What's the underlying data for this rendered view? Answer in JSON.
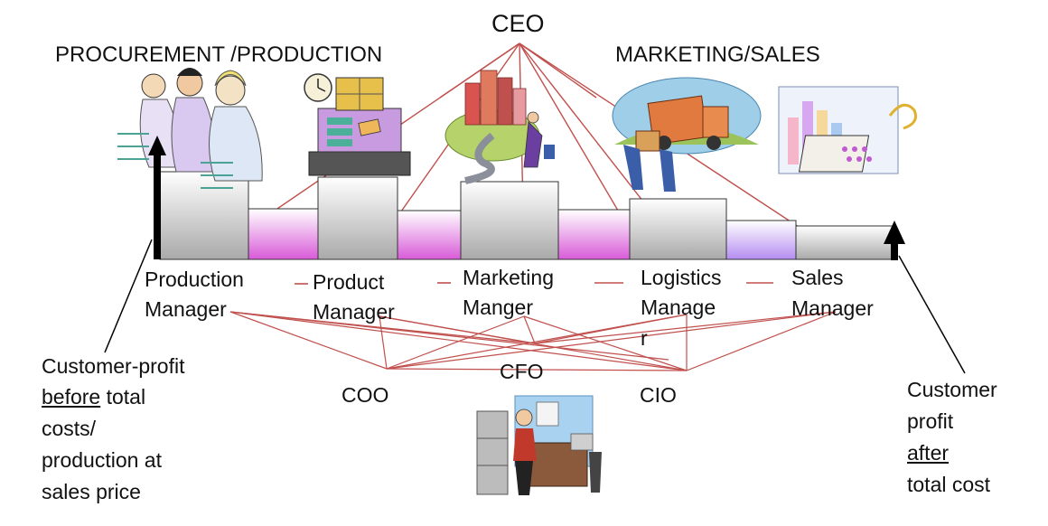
{
  "header": {
    "ceo": "CEO",
    "left_section": "PROCUREMENT /PRODUCTION",
    "right_section": "MARKETING/SALES"
  },
  "managers": {
    "production": [
      "Production",
      "Manager"
    ],
    "product": [
      "Product",
      "Manager"
    ],
    "marketing": [
      "Marketing",
      "Manger"
    ],
    "logistics": [
      "Logistics",
      "Manage",
      "r"
    ],
    "sales": [
      "Sales",
      "Manager"
    ]
  },
  "officers": {
    "coo": "COO",
    "cfo": "CFO",
    "cio": "CIO"
  },
  "annotations": {
    "left": {
      "line1": "Customer-profit",
      "line2_emph": "before",
      "line2_rest": " total",
      "line3": "costs/",
      "line4": "production at",
      "line5": "sales price"
    },
    "right": {
      "line1": "Customer",
      "line2": "profit",
      "line3_emph": "after",
      "line4": "total cost"
    }
  },
  "colors": {
    "connector": "#c0504d",
    "gray_bar": "#bdbdbd",
    "magenta_bar": "#d85ad8",
    "lavender_bar": "#b48cf0",
    "arrow": "#000000"
  }
}
